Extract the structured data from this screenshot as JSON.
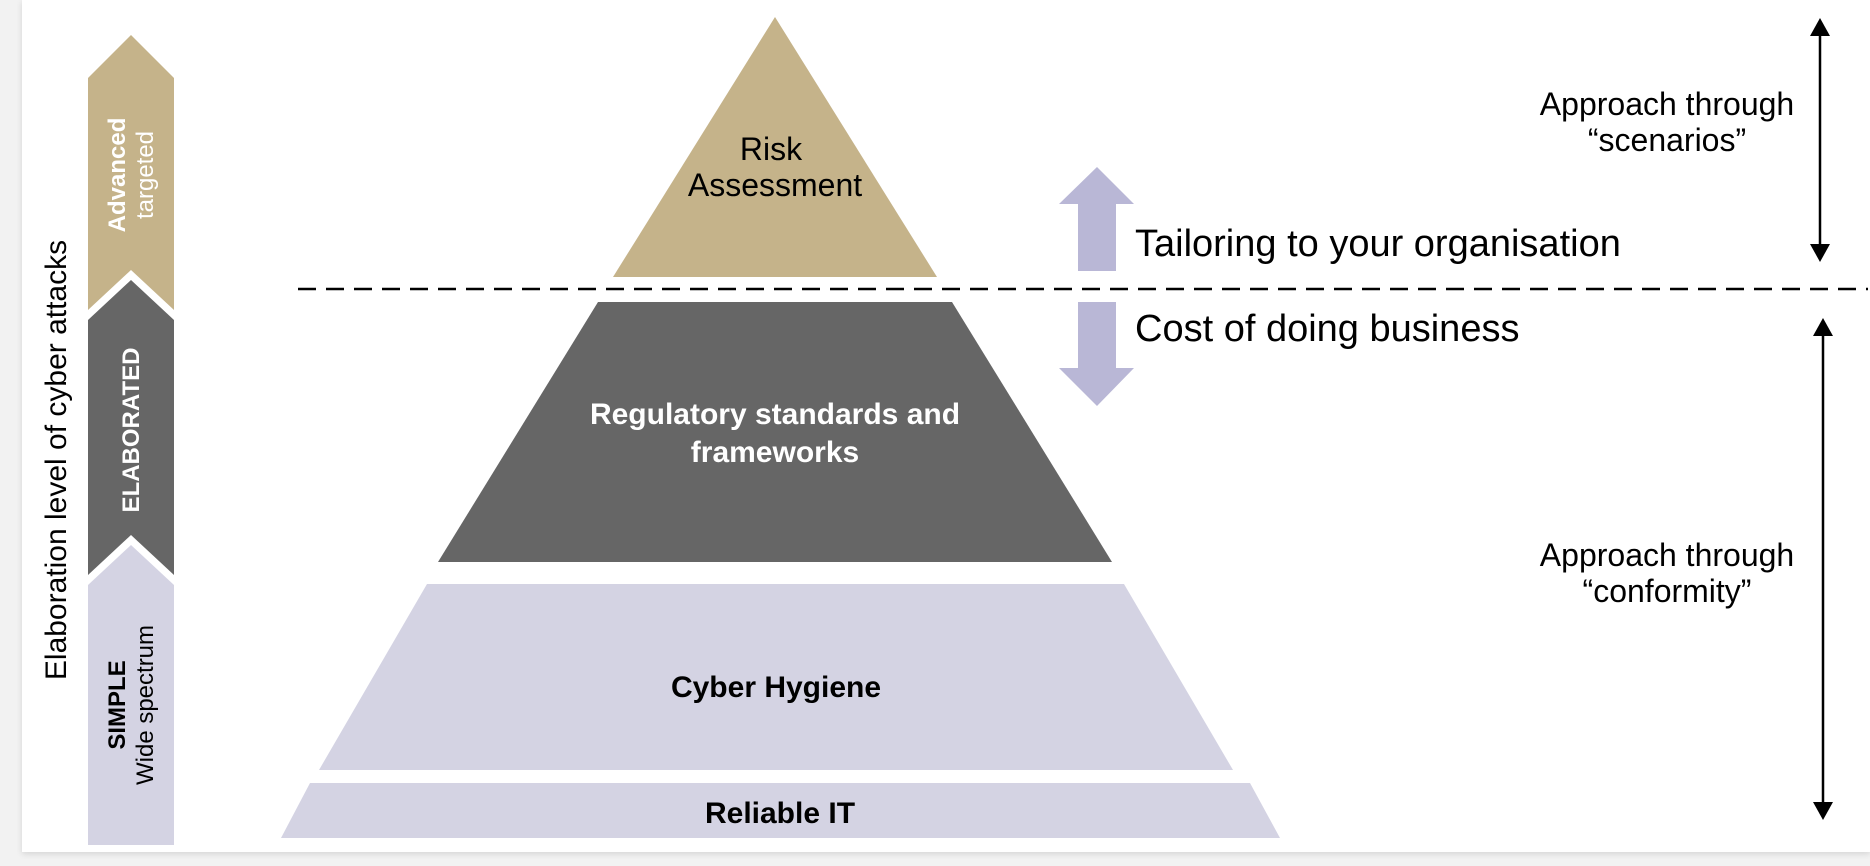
{
  "colors": {
    "tan": "#c5b38a",
    "dark_gray": "#666666",
    "lavender": "#d4d3e3",
    "arrow_lavender": "#b9b7d6",
    "white": "#ffffff",
    "black": "#000000"
  },
  "side_axis": {
    "label": "Elaboration level of cyber attacks"
  },
  "chevrons": [
    {
      "bold": "Advanced",
      "regular": "targeted"
    },
    {
      "bold": "ELABORATED",
      "regular": ""
    },
    {
      "bold": "SIMPLE",
      "regular": "Wide spectrum"
    }
  ],
  "pyramid": {
    "top": {
      "line1": "Risk",
      "line2": "Assessment"
    },
    "middle": {
      "line1": "Regulatory standards and",
      "line2": "frameworks"
    },
    "lower": {
      "label": "Cyber Hygiene"
    },
    "base": {
      "label": "Reliable IT"
    }
  },
  "annotations": {
    "tailoring": "Tailoring to your organisation",
    "cost": "Cost of doing business"
  },
  "approaches": {
    "scenarios": {
      "line1": "Approach through",
      "line2": "“scenarios”"
    },
    "conformity": {
      "line1": "Approach through",
      "line2": "“conformity”"
    }
  }
}
